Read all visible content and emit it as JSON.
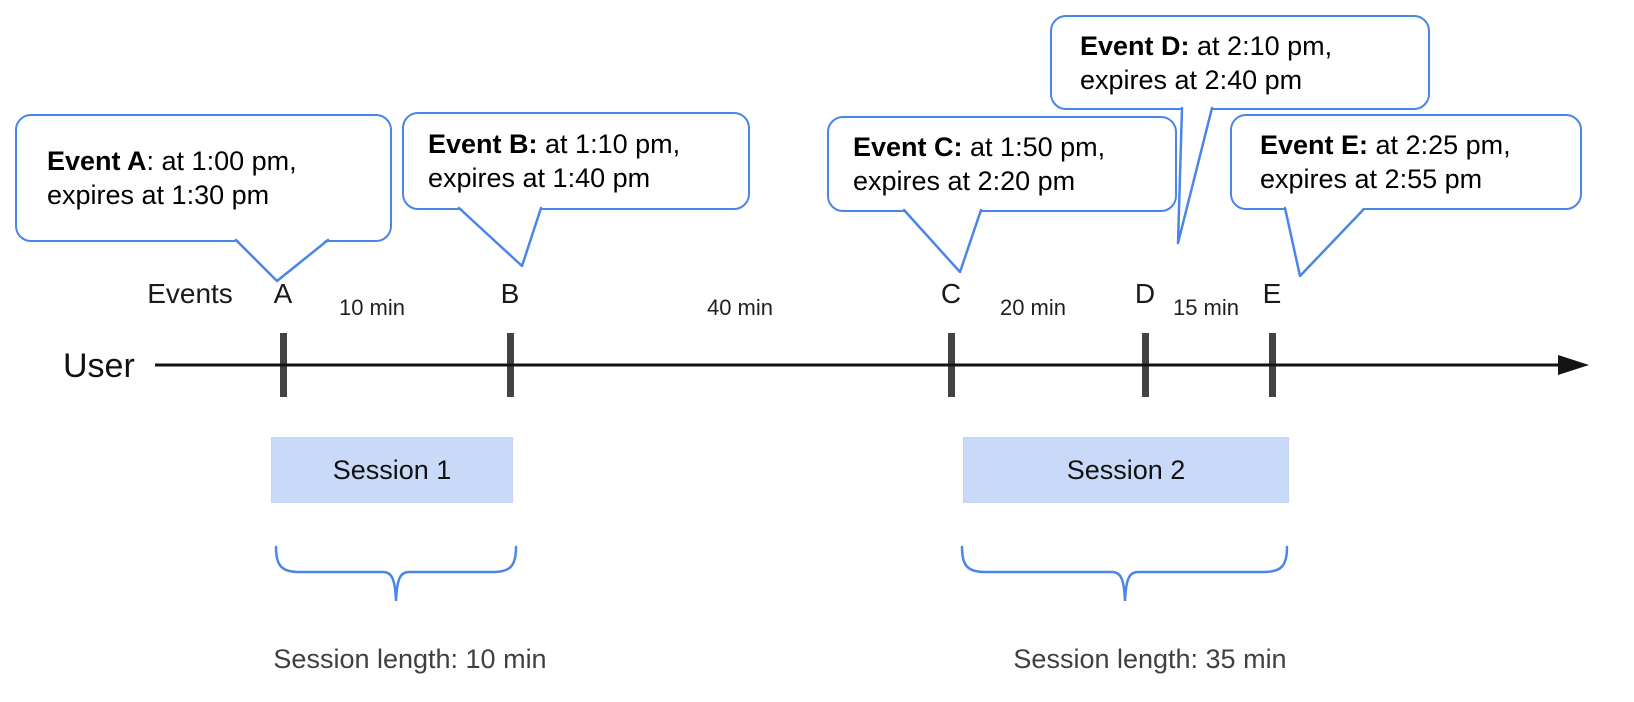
{
  "bubbles": [
    {
      "id": "A",
      "bold": "Event A",
      "rest": ": at 1:00 pm,",
      "line2": "expires at 1:30 pm"
    },
    {
      "id": "B",
      "bold": "Event B:",
      "rest": " at 1:10 pm,",
      "line2": "expires at 1:40 pm"
    },
    {
      "id": "C",
      "bold": "Event C:",
      "rest": " at 1:50 pm,",
      "line2": "expires at 2:20 pm"
    },
    {
      "id": "D",
      "bold": "Event D:",
      "rest": " at 2:10 pm,",
      "line2": "expires at 2:40 pm"
    },
    {
      "id": "E",
      "bold": "Event E:",
      "rest": " at 2:25 pm,",
      "line2": "expires at 2:55 pm"
    }
  ],
  "timeline": {
    "user_label": "User",
    "events_label": "Events",
    "event_ticks": [
      "A",
      "B",
      "C",
      "D",
      "E"
    ],
    "intervals": [
      "10 min",
      "40 min",
      "20 min",
      "15 min"
    ]
  },
  "sessions": [
    {
      "label": "Session 1",
      "length": "Session length: 10 min"
    },
    {
      "label": "Session 2",
      "length": "Session length: 35 min"
    }
  ],
  "colors": {
    "callout_blue": "#4a86e8",
    "session_fill": "#c9daf8",
    "tick_gray": "#434343",
    "axis_black": "#111111"
  }
}
